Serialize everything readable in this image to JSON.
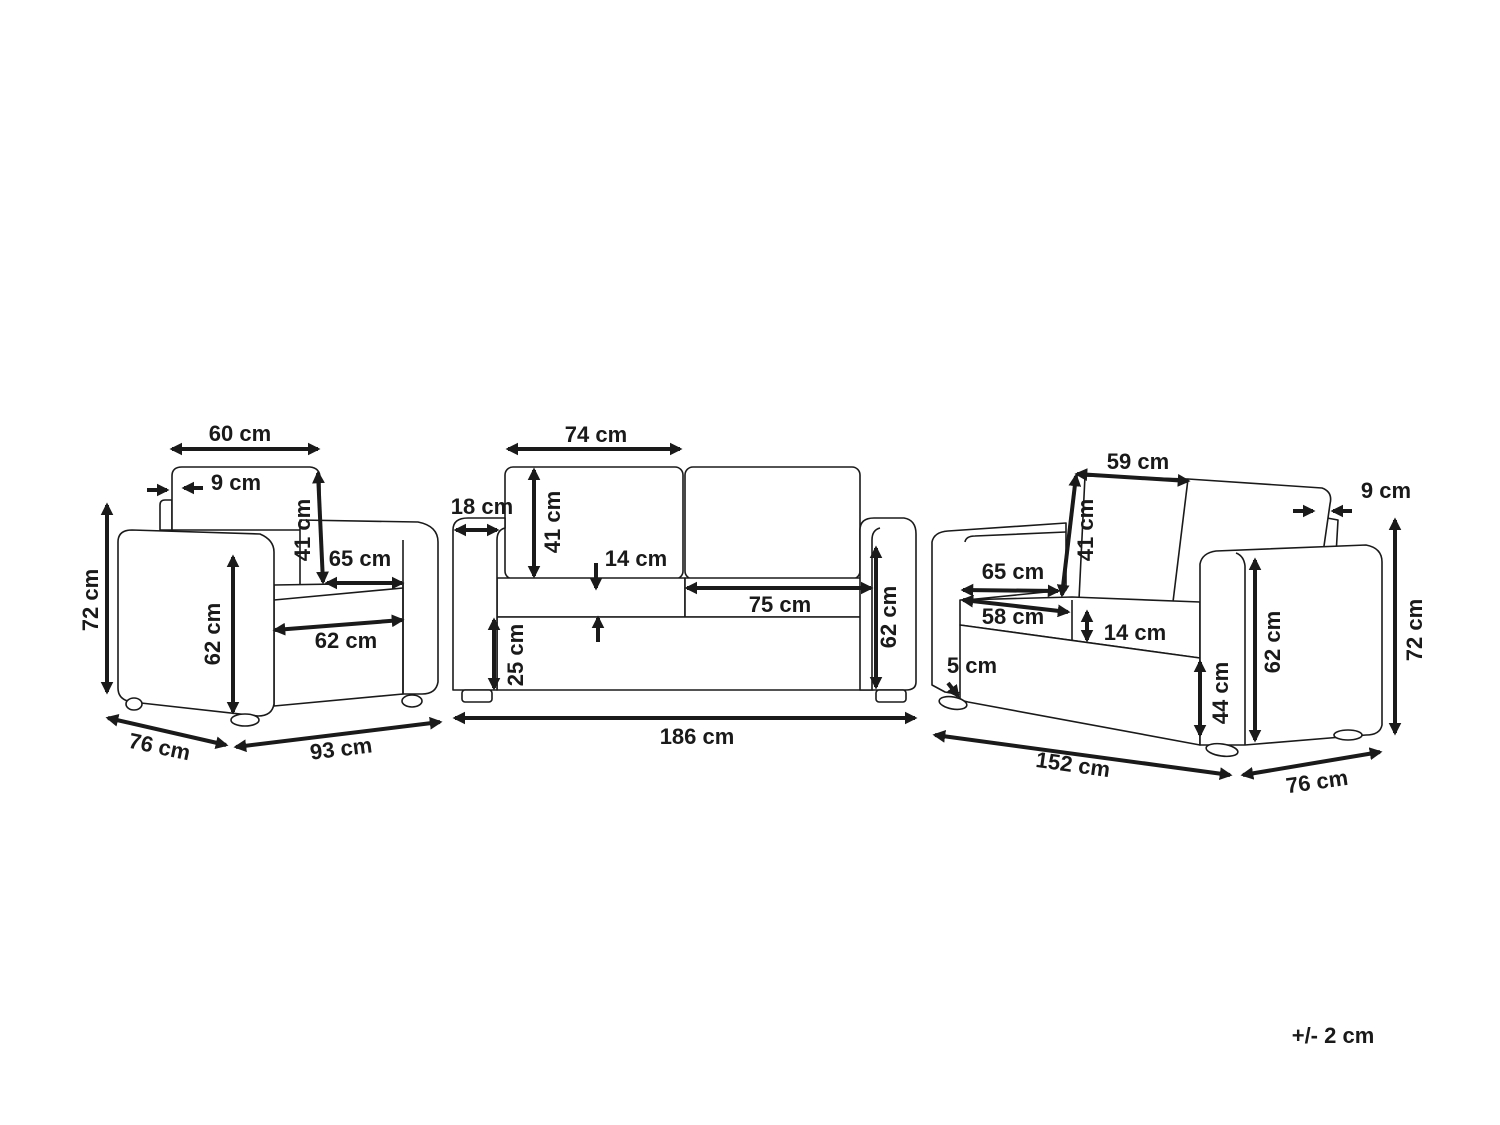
{
  "armchair": {
    "width_back": "60 cm",
    "back_thickness": "9 cm",
    "back_height": "41 cm",
    "seat_depth": "65 cm",
    "seat_width": "62 cm",
    "arm_height": "62 cm",
    "total_height": "72 cm",
    "depth": "76 cm",
    "total_width": "93 cm"
  },
  "sofa": {
    "cushion_width": "74 cm",
    "arm_width": "18 cm",
    "back_height": "41 cm",
    "seat_thickness": "14 cm",
    "seat_width": "75 cm",
    "arm_height": "62 cm",
    "seat_height": "25 cm",
    "total_width": "186 cm"
  },
  "loveseat": {
    "cushion_width": "59 cm",
    "back_thickness": "9 cm",
    "back_height": "41 cm",
    "seat_depth_top": "65 cm",
    "seat_depth": "58 cm",
    "seat_thickness": "14 cm",
    "leg_height": "5 cm",
    "seat_height": "44 cm",
    "arm_height": "62 cm",
    "total_height": "72 cm",
    "total_width": "152 cm",
    "depth": "76 cm"
  },
  "tolerance": "+/- 2 cm"
}
